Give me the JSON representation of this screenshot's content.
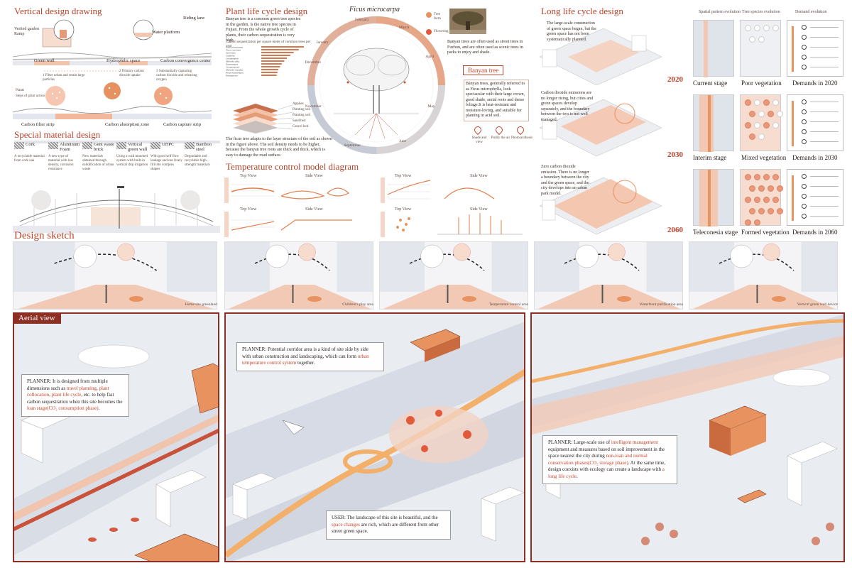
{
  "sections": {
    "vertical": "Vertical design drawing",
    "special": "Special material design",
    "plant": "Plant life cycle design",
    "temp": "Temperature control model diagram",
    "longlife": "Long life cycle design",
    "sketch": "Design sketch",
    "aerial": "Aerial view"
  },
  "vertical_labels": {
    "garden_ramp": "Vertied garden\nRamp",
    "water_platform": "Water platform",
    "riding_lane": "Riding lane",
    "green_wall": "Green wall",
    "hydrophilic": "Hydrophilic space",
    "carbon_center": "Carbon convergence center",
    "filter_strip": "Carbon filter strip",
    "absorption": "Carbon absorption zone",
    "capture": "Carbon capture strip",
    "note1": "1  Filter urban and retain large particles",
    "note2": "2  Primary carbon dioxide uptake",
    "note3": "3  Substantially capturing carbon dioxide and releasing oxygen",
    "plants": "Plants",
    "steps": "Steps of plant action"
  },
  "materials": [
    {
      "name": "Cork",
      "desc": "A recyclable material from cork oak"
    },
    {
      "name": "Aluminum Foam",
      "desc": "A new type of material with low density, corrosion resistance"
    },
    {
      "name": "Gent waste brick",
      "desc": "New materials obtained through solidification of urban waste"
    },
    {
      "name": "Vertical green wall",
      "desc": "Using a wall mounted system with built-in vertical drip irrigation"
    },
    {
      "name": "UHPC",
      "desc": "With good self flow leakage and can freely fill into complex shapes"
    },
    {
      "name": "Bamboo steel",
      "desc": "Degradable and recyclable high-strength materials"
    }
  ],
  "plant": {
    "ficus": "Ficus microcarpa",
    "intro": "Banyan tree is a common green tree species in the garden, is the native tree species in Fujian. From the whole growth cycle of plants, their carbon sequestration is very high.",
    "chart_title": "Carbon sequestration per square meter of common trees per year",
    "trees": [
      "Ficus microcarpa",
      "Ficus concinna",
      "Jasminum",
      "Camellia",
      "Liriodendron",
      "Michelia alba",
      "Elaeocarpus",
      "Cinnamomum",
      "Michelia maudiae",
      "Pinus massoniana",
      "Pittosporum"
    ],
    "tree_values": [
      2.5,
      2.2,
      1.9,
      1.7,
      1.5,
      1.35,
      1.2,
      1.1,
      1.0,
      0.95,
      0.9
    ],
    "months": [
      "March",
      "April",
      "May",
      "June",
      "February",
      "January",
      "December",
      "November",
      "September"
    ],
    "banyan": "Banyan tree",
    "banyan_desc": "Banyan trees, generally referred to as Ficus microphylla, look spectacular with their large crown, good shade, aerial roots and dense foliage.It is heat-resistant and moisture-loving, and suitable for planting in acid soil.",
    "street_note": "Banyan trees are often used as street trees in Fuzhou, and are often used as scenic trees in parks to enjoy and shade.",
    "soil_note": "The ficus tree adapts to the layer structure of the soil as shown in the figure above. The soil density needs to be higher, because the banyan tree roots are thick and thick, which is easy to damage the road surface.",
    "soil_layers": [
      "Applies",
      "Planting soil",
      "Planting soil",
      "Sand bed",
      "Gravel bed"
    ],
    "legend": [
      "Tree form",
      "Flowering"
    ],
    "icons": [
      "Shade and view",
      "Purify the air",
      "Photosynthesis"
    ]
  },
  "temp": {
    "top": "Top View",
    "side": "Side View"
  },
  "longlife": {
    "cols": [
      "Spatial pattern evolution",
      "Tree species evolution",
      "Demand evolution"
    ],
    "years": [
      "2020",
      "2030",
      "2060"
    ],
    "stages": [
      "Current stage",
      "Interim stage",
      "Teleconesia stage"
    ],
    "veg": [
      "Poor vegetation",
      "Mixed vegetation",
      "Formed vegetation"
    ],
    "demand": [
      "Demands in 2020",
      "Demands in 2030",
      "Demands in 2060"
    ],
    "notes": [
      "The large-scale construction of green space began, but the green space has not been systematically planned.",
      "Carbon dioxide emissions are no longer rising, but cities and green spaces develop separately, and the boundary between the two is not well managed.",
      "Zero carbon dioxide emission. There is no longer a boundary between the city and the green space, and the city develops into an urban park model."
    ]
  },
  "sketch_labels": [
    "Home site greenland",
    "Children's play area",
    "Temperature control area",
    "Waterfront purification area",
    "Vertical green wall device"
  ],
  "aerial": {
    "c1": [
      "PLANNER: It is designed from multiple dimensions such as ",
      "travel planning",
      ", ",
      "plant collocation",
      ", ",
      "plant life cycle",
      ", etc. to help fast carbon sequestration when this site becomes the ",
      "loan stage(CO₂ consumption phase)",
      "."
    ],
    "c2": [
      "PLANNER: Potential corridor area is a kind of site side by side with urban construction and landscaping, which can form ",
      "urban temperature control system",
      " together."
    ],
    "c3": [
      "USER: The landscape of this site is beautiful, and the ",
      "space changes",
      " are rich, which are different from other street green space."
    ],
    "c4": [
      "PLANNER: Large-scale use of ",
      "intelligent management",
      " equipment and measures based on soil improvement in the space nearest the city during ",
      "non-loan and normal conservation phases(CO₂ storage phase)",
      ". At the same time, design coexists with ecology can create a landscape with ",
      "a long life cycle",
      "."
    ]
  },
  "colors": {
    "accent": "#c0442a",
    "orange": "#e8935f",
    "pink": "#f3d6c8",
    "grey": "#dfe3ea",
    "frame": "#8c2f24"
  }
}
